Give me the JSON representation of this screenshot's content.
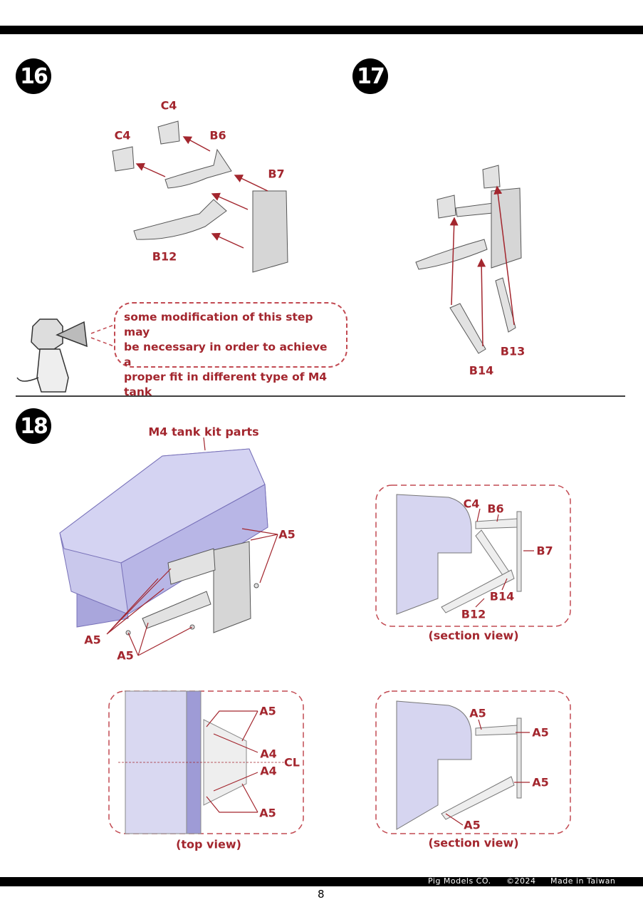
{
  "steps": [
    "16",
    "17",
    "18"
  ],
  "step16": {
    "labels": [
      "C4",
      "C4",
      "B6",
      "B7",
      "B12"
    ],
    "callout": [
      "some modification of this step may",
      "be necessary in order to achieve a",
      "proper fit in different type of M4 tank"
    ]
  },
  "step17": {
    "labels": [
      "B13",
      "B14"
    ]
  },
  "step18": {
    "main_labels": [
      "M4 tank kit parts",
      "A5",
      "A5",
      "A5"
    ],
    "section_view_1": {
      "labels": [
        "C4",
        "B6",
        "B7",
        "B14",
        "B12"
      ],
      "caption": "(section view)"
    },
    "top_view": {
      "labels": [
        "A5",
        "A4",
        "CL",
        "A4",
        "A5"
      ],
      "caption": "(top view)"
    },
    "section_view_2": {
      "labels": [
        "A5",
        "A5",
        "A5",
        "A5"
      ],
      "caption": "(section view)"
    }
  },
  "footer": {
    "company": "Pig Models CO.",
    "copyright": "©2024",
    "origin": "Made in Taiwan",
    "page": "8"
  },
  "colors": {
    "accent": "#a3262e",
    "tank": "#c9c8ec",
    "part": "#e0e0e0"
  }
}
